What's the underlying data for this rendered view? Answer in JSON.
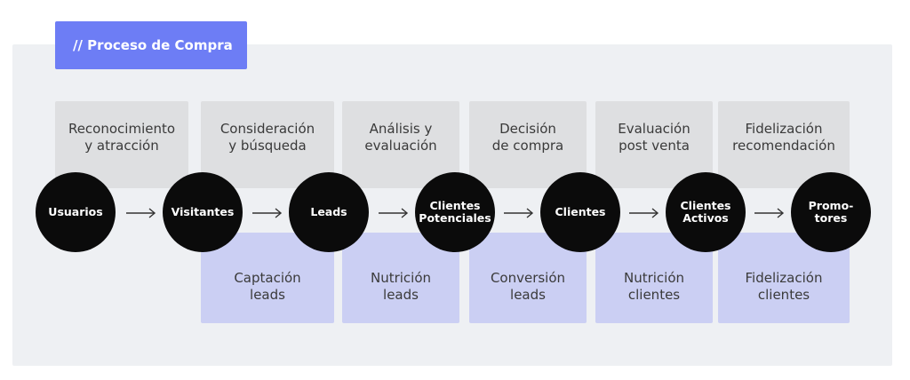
{
  "title": "// Proceso de Compra",
  "stages": [
    {
      "label": "Usuarios"
    },
    {
      "label": "Visitantes"
    },
    {
      "label": "Leads"
    },
    {
      "label": "Clientes\nPotenciales"
    },
    {
      "label": "Clientes"
    },
    {
      "label": "Clientes\nActivos"
    },
    {
      "label": "Promo-\ntores"
    }
  ],
  "top_phases": [
    {
      "label": "Reconocimiento\ny atracción"
    },
    {
      "label": "Consideración\ny búsqueda"
    },
    {
      "label": "Análisis y\nevaluación"
    },
    {
      "label": "Decisión\nde compra"
    },
    {
      "label": "Evaluación\npost venta"
    },
    {
      "label": "Fidelización\nrecomendación"
    }
  ],
  "bottom_phases": [
    {
      "label": "Captación\nleads"
    },
    {
      "label": "Nutrición\nleads"
    },
    {
      "label": "Conversión\nleads"
    },
    {
      "label": "Nutrición\nclientes"
    },
    {
      "label": "Fidelización\nclientes"
    }
  ],
  "colors": {
    "accent": "#6d7df5",
    "panel": "#eef0f3",
    "top_box": "#dedfe1",
    "bottom_box": "#cbcff3",
    "circle": "#0b0b0b"
  },
  "icons": {
    "connector": "arrow-right-icon"
  }
}
